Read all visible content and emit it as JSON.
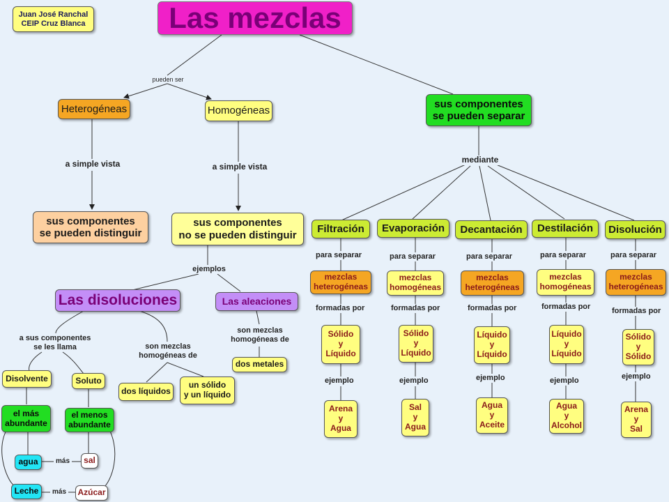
{
  "author": {
    "line1": "Juan José Ranchal",
    "line2": "CEIP Cruz Blanca"
  },
  "title": "Las mezclas",
  "labels": {
    "pueden_ser": "pueden ser",
    "a_simple_vista_1": "a simple vista",
    "a_simple_vista_2": "a simple vista",
    "mediante": "mediante",
    "ejemplos": "ejemplos",
    "a_sus_componentes": "a sus componentes\nse les llama",
    "son_mezclas_1": "son mezclas\nhomogéneas de",
    "son_mezclas_2": "son mezclas\nhomogéneas de",
    "mas_1": "más",
    "mas_2": "más"
  },
  "nodes": {
    "heterogeneas": "Heterogéneas",
    "homogeneas": "Homogéneas",
    "sus_componentes_separar": "sus componentes\nse pueden separar",
    "distinguir": "sus componentes\nse pueden distinguir",
    "no_distinguir": "sus componentes\nno se pueden distinguir",
    "disoluciones": "Las disoluciones",
    "aleaciones": "Las aleaciones",
    "disolvente": "Disolvente",
    "soluto": "Soluto",
    "mas_abundante": "el más\nabundante",
    "menos_abundante": "el menos\nabundante",
    "agua": "agua",
    "sal": "sal",
    "leche": "Leche",
    "azucar": "Azúcar",
    "dos_liquidos": "dos líquidos",
    "solido_liquido": "un sólido\ny un líquido",
    "dos_metales": "dos metales"
  },
  "methods": [
    {
      "name": "Filtración",
      "para": "para separar",
      "mix": "mezclas\nheterogéneas",
      "formadas": "formadas por",
      "comp": "Sólido\ny\nLíquido",
      "ejemplo": "ejemplo",
      "example": "Arena\ny\nAgua"
    },
    {
      "name": "Evaporación",
      "para": "para separar",
      "mix": "mezclas\nhomogéneas",
      "formadas": "formadas por",
      "comp": "Sólido\ny\nLíquido",
      "ejemplo": "ejemplo",
      "example": "Sal\ny\nAgua"
    },
    {
      "name": "Decantación",
      "para": "para separar",
      "mix": "mezclas\nheterogéneas",
      "formadas": "formadas por",
      "comp": "Líquido\ny\nLíquido",
      "ejemplo": "ejemplo",
      "example": "Agua\ny\nAceite"
    },
    {
      "name": "Destilación",
      "para": "para separar",
      "mix": "mezclas\nhomogéneas",
      "formadas": "formadas por",
      "comp": "Líquido\ny\nLíquido",
      "ejemplo": "ejemplo",
      "example": "Agua\ny\nAlcohol"
    },
    {
      "name": "Disolución",
      "para": "para separar",
      "mix": "mezclas\nheterogéneas",
      "formadas": "formadas por",
      "comp": "Sólido\ny\nSólido",
      "ejemplo": "ejemplo",
      "example": "Arena\ny\nSal"
    }
  ],
  "colors": {
    "title_bg": "#f020c8",
    "title_text": "#7a0077",
    "orange": "#f5a623",
    "yellow": "#fffe80",
    "green": "#22dd22",
    "lime": "#cceb33",
    "cyan": "#22e5f5",
    "lavender": "#c38ef7",
    "background": "#e8f1fa"
  }
}
